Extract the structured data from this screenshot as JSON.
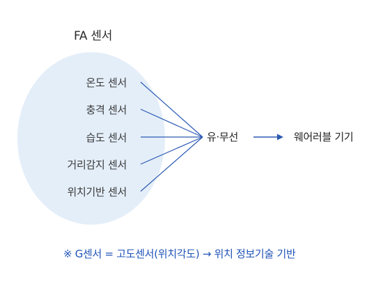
{
  "group_title": "FA 센서",
  "sensors": [
    "온도 센서",
    "충격 센서",
    "습도 센서",
    "거리감지 센서",
    "위치기반 센서"
  ],
  "hub_label": "유·무선",
  "target_label": "웨어러블 기기",
  "footnote": "※ G센서 = 고도센서(위치각도) → 위치 정보기술 기반",
  "colors": {
    "ellipse_fill": "#e4eef9",
    "line": "#2a59b1",
    "footnote": "#1f53b7"
  }
}
